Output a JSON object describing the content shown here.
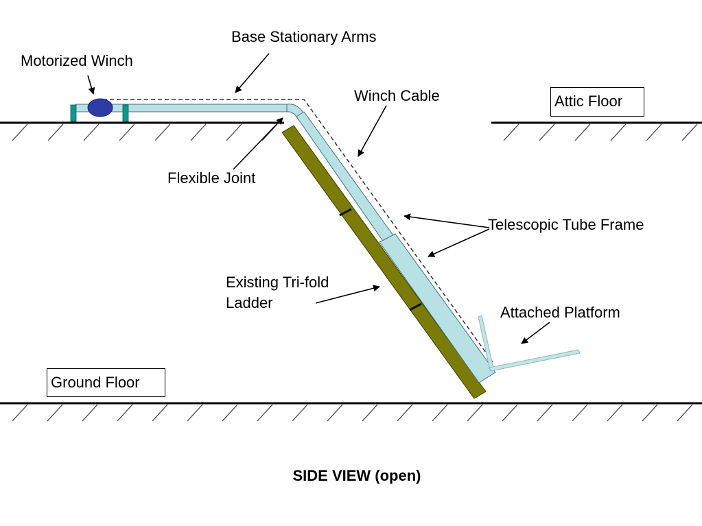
{
  "labels": {
    "base_stationary_arms": "Base Stationary Arms",
    "motorized_winch": "Motorized Winch",
    "winch_cable": "Winch Cable",
    "attic_floor": "Attic Floor",
    "flexible_joint": "Flexible Joint",
    "telescopic_tube_frame": "Telescopic Tube Frame",
    "existing_ladder_line1": "Existing Tri-fold",
    "existing_ladder_line2": "Ladder",
    "attached_platform": "Attached Platform",
    "ground_floor": "Ground Floor"
  },
  "caption": "SIDE VIEW (open)",
  "colors": {
    "tube_fill": "#b7e1e4",
    "tube_stroke": "#4a6e72",
    "ladder_fill": "#7b7b08",
    "winch_fill": "#2e3ba6",
    "winch_bracket": "#10958f",
    "platform_fill": "#c3e4e8",
    "line": "#000000",
    "hatch": "#555555"
  }
}
